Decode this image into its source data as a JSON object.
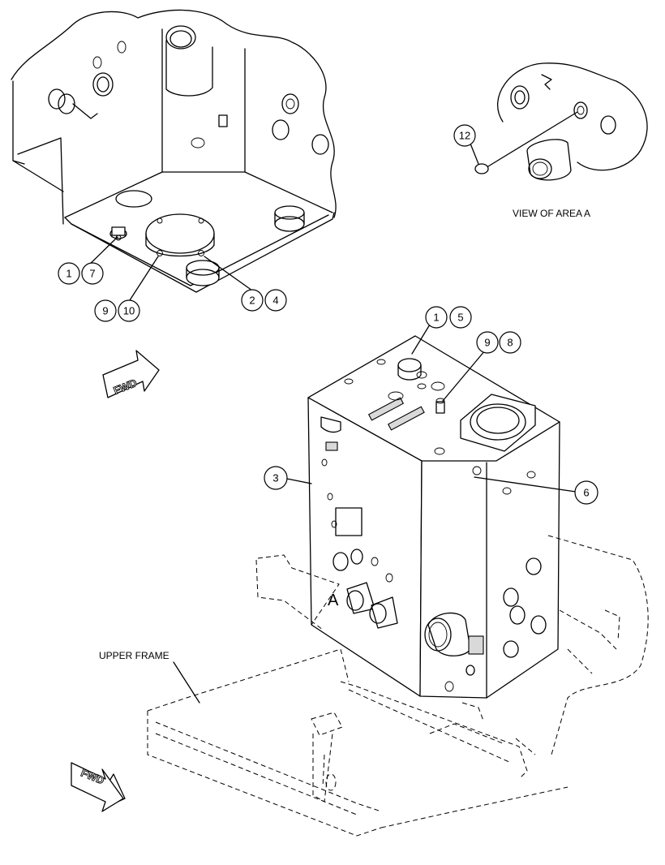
{
  "labels": {
    "view_of_area": "VIEW OF AREA A",
    "upper_frame": "UPPER FRAME",
    "area_letter": "A",
    "fwd_top": "FWD",
    "fwd_bottom": "FWD"
  },
  "callouts": {
    "c1a": "1",
    "c7": "7",
    "c9a": "9",
    "c10": "10",
    "c2": "2",
    "c4": "4",
    "c12": "12",
    "c1b": "1",
    "c5": "5",
    "c9b": "9",
    "c8": "8",
    "c3": "3",
    "c6": "6"
  }
}
